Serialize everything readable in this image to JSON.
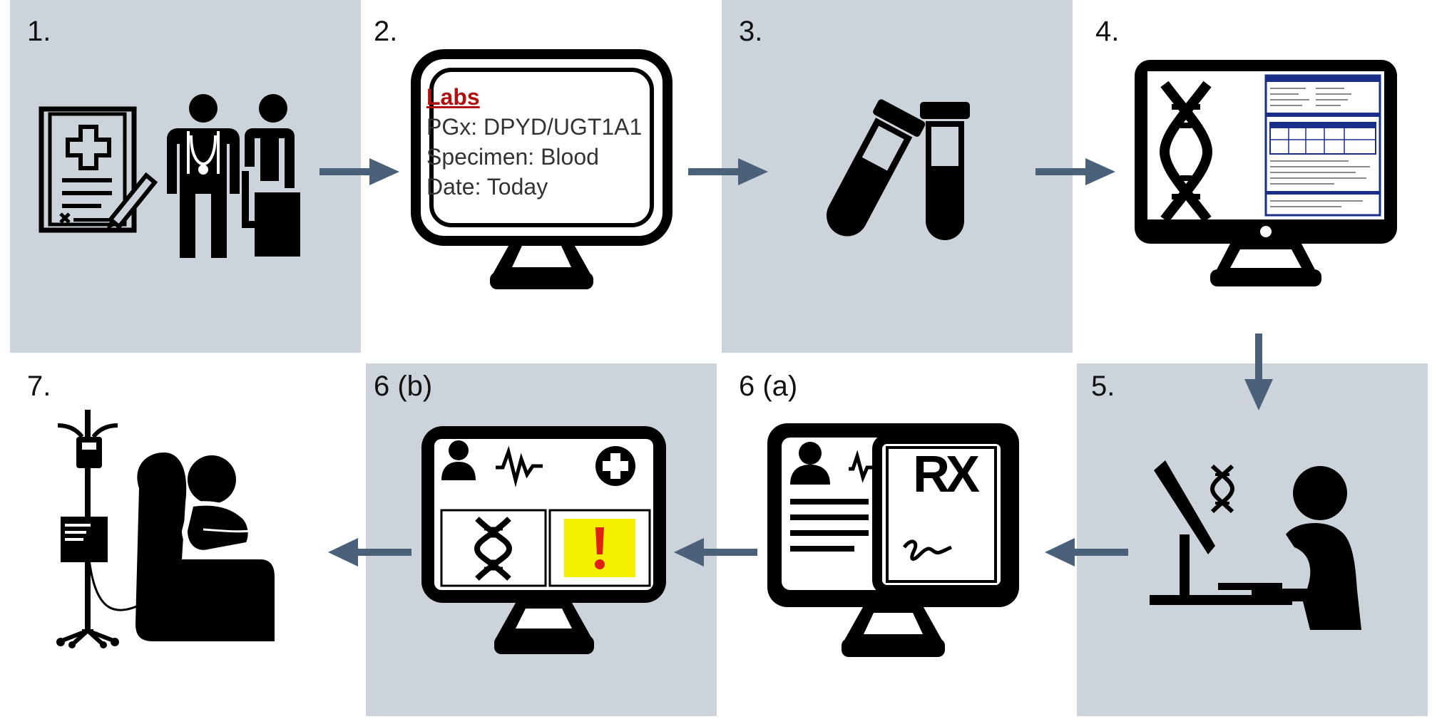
{
  "steps": {
    "s1": "1.",
    "s2": "2.",
    "s3": "3.",
    "s4": "4.",
    "s5": "5.",
    "s6a": "6 (a)",
    "s6b": "6 (b)",
    "s7": "7."
  },
  "labs_screen": {
    "title": "Labs",
    "line1": "PGx: DPYD/UGT1A1",
    "line2": "Specimen: Blood",
    "line3": "Date: Today"
  },
  "rx_text": "RX",
  "colors": {
    "panel_gray": "#ccd3da",
    "arrow": "#4a6179",
    "labs_title": "#b01010",
    "alert_yellow": "#f5f000",
    "alert_red": "#e02010"
  },
  "icons": [
    "medical-form-icon",
    "doctor-icon",
    "seated-patient-icon",
    "lab-order-monitor-icon",
    "test-tubes-icon",
    "dna-report-monitor-icon",
    "analyst-at-computer-icon",
    "prescription-monitor-icon",
    "clinical-decision-alert-monitor-icon",
    "infusion-chair-icon"
  ]
}
